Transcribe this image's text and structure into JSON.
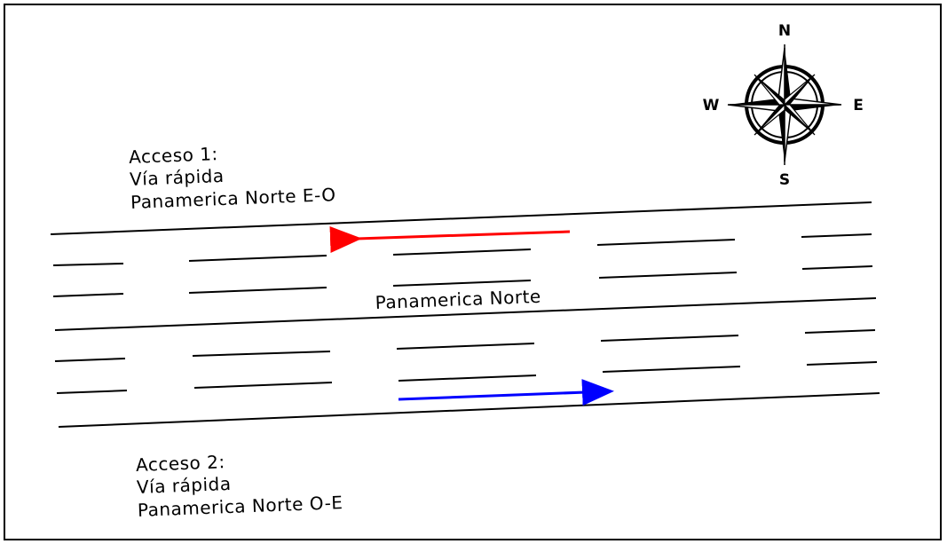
{
  "labels": {
    "access_1": [
      "Acceso 1:",
      "Vía rápida",
      "Panamerica Norte E-O"
    ],
    "access_2": [
      "Acceso 2:",
      "Vía rápida",
      "Panamerica Norte O-E"
    ],
    "road_name": "Panamerica Norte"
  },
  "compass": {
    "north": "N",
    "south": "S",
    "east": "E",
    "west": "W"
  },
  "arrows": {
    "westbound": {
      "color": "#ff0000",
      "direction": "west"
    },
    "eastbound": {
      "color": "#0000ff",
      "direction": "east"
    }
  },
  "colors": {
    "line": "#000000",
    "background": "#ffffff"
  }
}
